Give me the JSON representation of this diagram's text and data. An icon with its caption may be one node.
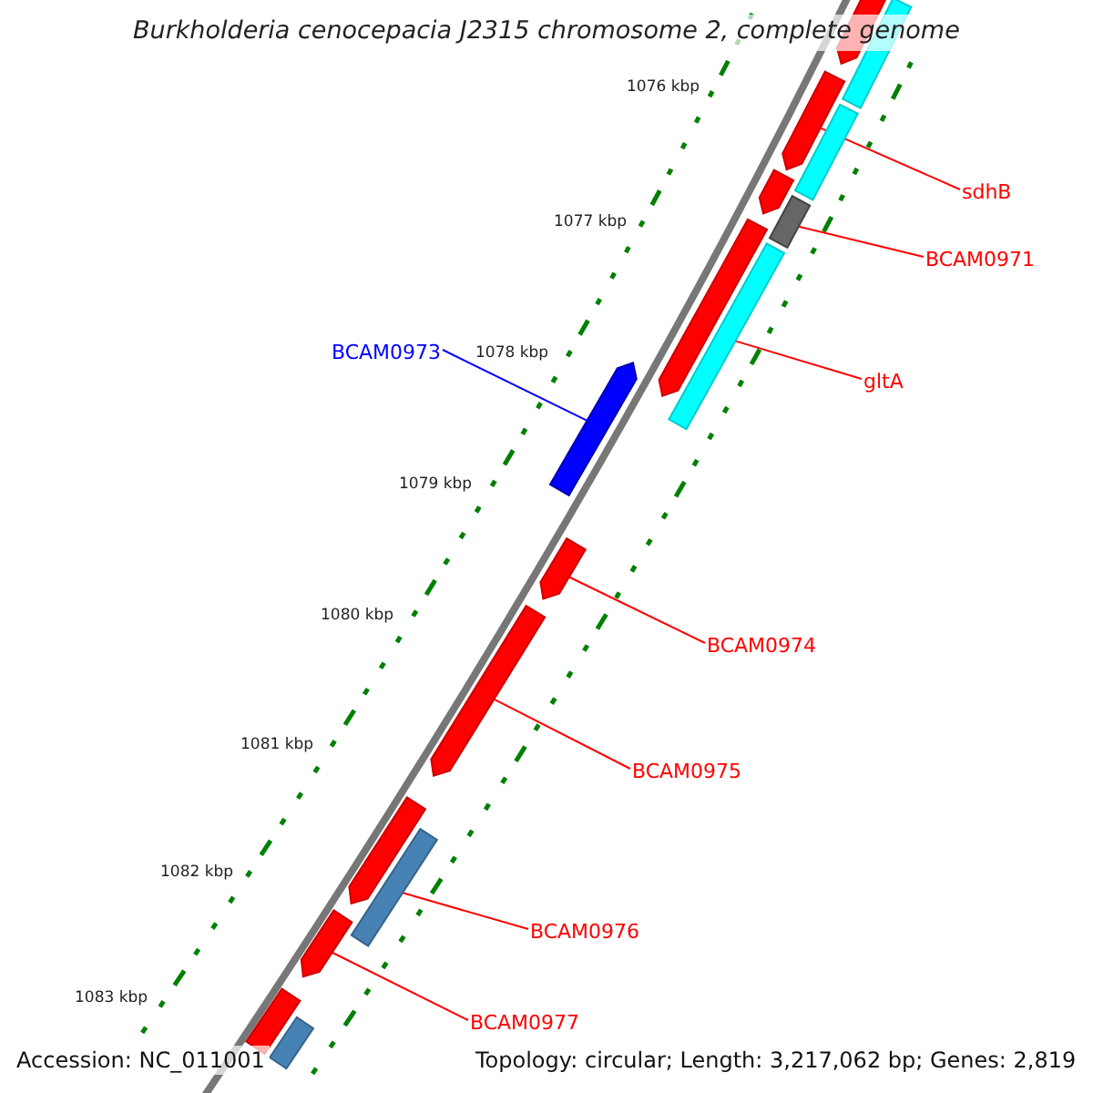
{
  "diagram": {
    "title": "Burkholderia cenocepacia J2315 chromosome 2, complete genome",
    "nodes": [
      {
        "text": [
          "sdhB"
        ]
      },
      {
        "text": [
          "BCAM0971"
        ]
      },
      {
        "text": [
          "gltA"
        ]
      },
      {
        "text": [
          "BCAM0973"
        ]
      },
      {
        "text": [
          "BCAM0974"
        ]
      },
      {
        "text": [
          "BCAM0975"
        ]
      },
      {
        "text": [
          "BCAM0976"
        ]
      },
      {
        "text": [
          "BCAM0977"
        ]
      },
      {
        "text": [],
        "shape": "bar"
      },
      {
        "text": [],
        "shape": "bar"
      },
      {
        "text": [],
        "shape": "bar"
      },
      {
        "text": [],
        "shape": "bar"
      },
      {
        "text": [],
        "shape": "bar"
      },
      {
        "text": [],
        "shape": "bar"
      },
      {
        "text": [],
        "shape": "bar"
      },
      {
        "text": [],
        "shape": "bar"
      },
      {
        "text": [],
        "shape": "bar"
      },
      {
        "text": [],
        "shape": "bar"
      },
      {
        "text": [],
        "shape": "bar"
      },
      {
        "text": [],
        "shape": "bar"
      },
      {
        "text": [],
        "shape": "bar"
      },
      {
        "text": [],
        "shape": "bar"
      },
      {
        "text": [],
        "shape": "bar"
      },
      {
        "text": [],
        "shape": "bar"
      }
    ],
    "edges": [
      {
        "from": 0,
        "to": 10,
        "arrow": "none"
      },
      {
        "from": 1,
        "to": 13,
        "arrow": "none"
      },
      {
        "from": 2,
        "to": 15,
        "arrow": "none"
      },
      {
        "from": 3,
        "to": 16,
        "arrow": "none",
        "color": "#0000ff"
      },
      {
        "from": 4,
        "to": 17,
        "arrow": "none"
      },
      {
        "from": 5,
        "to": 18,
        "arrow": "none"
      },
      {
        "from": 6,
        "to": 20,
        "arrow": "none"
      },
      {
        "from": 7,
        "to": 21,
        "arrow": "none"
      }
    ],
    "labels": [
      "1076 kbp",
      "1077 kbp",
      "1078 kbp",
      "1079 kbp",
      "1080 kbp",
      "1081 kbp",
      "1082 kbp",
      "1083 kbp",
      "Accession: NC_011001",
      "Topology: circular; Length: 3,217,062 bp; Genes: 2,819"
    ]
  }
}
